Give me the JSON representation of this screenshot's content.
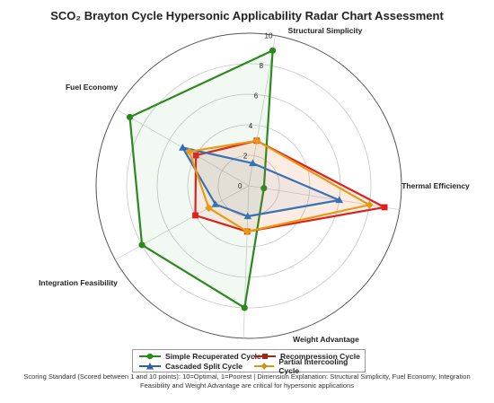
{
  "chart_data": {
    "type": "radar",
    "title": "SCO₂ Brayton Cycle Hypersonic Applicability Radar Chart Assessment",
    "axes": [
      "Structural Simplicity",
      "Thermal Efficiency",
      "Weight Advantage",
      "Integration Feasibility",
      "Fuel Economy"
    ],
    "rlim": [
      0,
      10
    ],
    "ticks": [
      "0",
      "2",
      "4",
      "6",
      "8",
      "10"
    ],
    "series": [
      {
        "name": "Simple Recuperated Cycle",
        "values": [
          9,
          1,
          8,
          8,
          9
        ],
        "color": "#2a8a1c",
        "marker": "circle"
      },
      {
        "name": "Recompression Cycle",
        "values": [
          3,
          9,
          3,
          4,
          4
        ],
        "color": "#e0201c",
        "marker": "square"
      },
      {
        "name": "Cascaded Split Cycle",
        "values": [
          1.5,
          6,
          2,
          2.5,
          5
        ],
        "color": "#2f6fc0",
        "marker": "triangle"
      },
      {
        "name": "Partial Intercooling Cycle",
        "values": [
          3,
          8,
          3,
          3,
          4.5
        ],
        "color": "#e89a10",
        "marker": "diamond"
      }
    ]
  },
  "footnote": {
    "line1": "Scoring Standard (Scored between 1 and 10 points): 10=Optimal, 1=Poorest | Dimension Explanation: Structural Simplicity, Fuel Economy, Integration",
    "line2": "Feasibility and Weight Advantage are critical for hypersonic applications"
  }
}
